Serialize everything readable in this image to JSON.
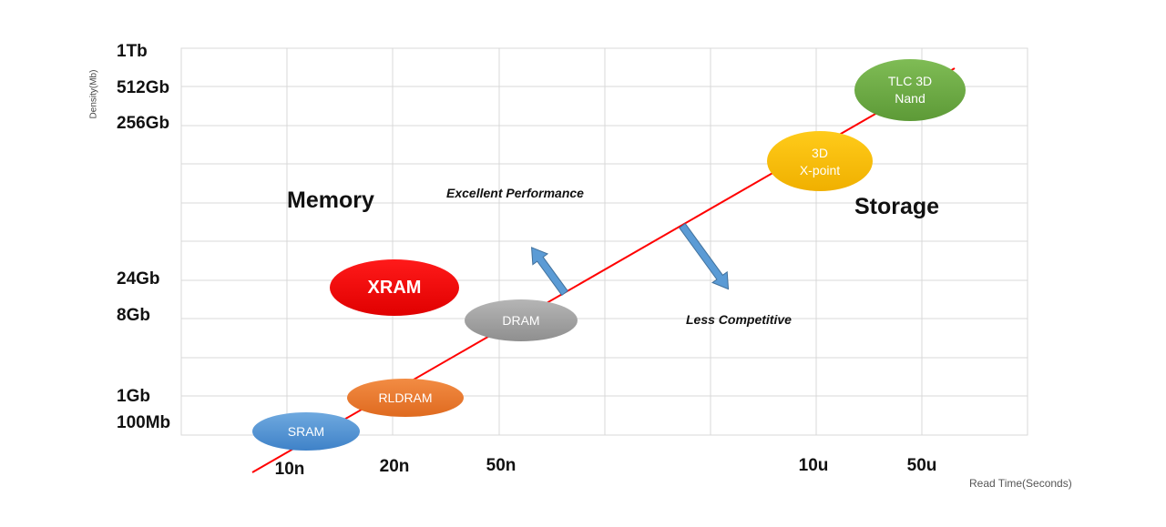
{
  "axes": {
    "y_title": "Density(Mb)",
    "x_title": "Read Time(Seconds)",
    "y_ticks": [
      "1Tb",
      "512Gb",
      "256Gb",
      "24Gb",
      "8Gb",
      "1Gb",
      "100Mb"
    ],
    "x_ticks": [
      "10n",
      "20n",
      "50n",
      "10u",
      "50u"
    ]
  },
  "regions": {
    "memory": "Memory",
    "storage": "Storage"
  },
  "notes": {
    "excellent": "Excellent Performance",
    "less": "Less Competitive"
  },
  "technologies": [
    {
      "label": "SRAM",
      "color": "#5b9bd5"
    },
    {
      "label": "RLDRAM",
      "color": "#ed7d31"
    },
    {
      "label": "DRAM",
      "color": "#a5a5a5"
    },
    {
      "label": "XRAM",
      "color": "#ff0000"
    },
    {
      "label": "3D\nX-point",
      "color": "#ffc000"
    },
    {
      "label": "TLC 3D\nNand",
      "color": "#70ad47"
    }
  ],
  "colors": {
    "trend_line": "#ff0000",
    "arrow": "#5b9bd5",
    "grid": "#d9d9d9"
  }
}
